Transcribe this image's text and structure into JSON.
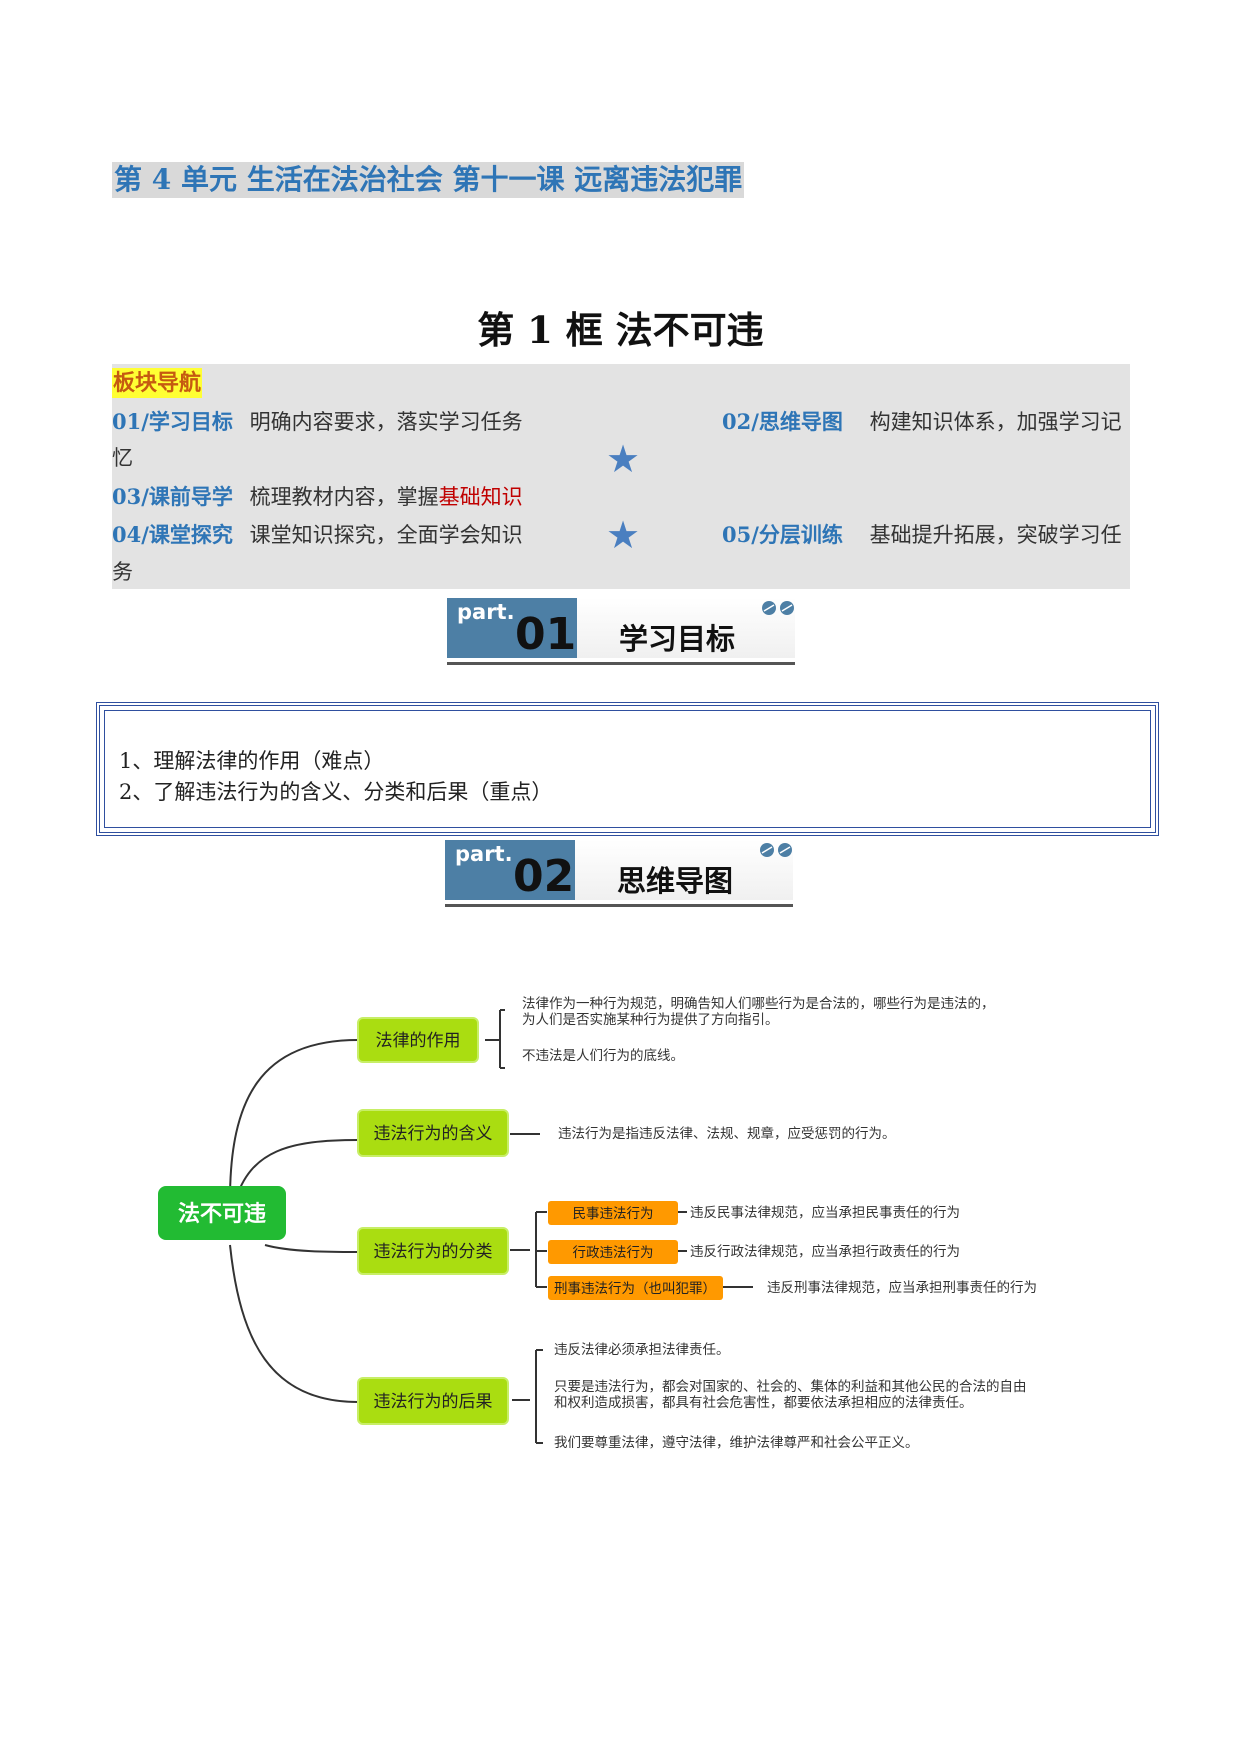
{
  "header": {
    "unit_title": "第 4 单元   生活在法治社会  第十一课  远离违法犯罪",
    "lesson_title": "第 1 框    法不可违"
  },
  "nav": {
    "heading": "板块导航",
    "items": [
      {
        "tag": "01/学习目标",
        "desc": "明确内容要求，落实学习任务"
      },
      {
        "tag": "02/思维导图",
        "desc": "构建知识体系，加强学习记忆"
      },
      {
        "tag": "03/课前导学",
        "desc": "梳理教材内容，掌握",
        "desc_highlight": "基础知识"
      },
      {
        "tag": "04/课堂探究",
        "desc": "课堂知识探究，全面学会知识"
      },
      {
        "tag": "05/分层训练",
        "desc": "基础提升拓展，突破学习任务"
      }
    ],
    "star_icon": "★",
    "colors": {
      "tag": "#2e75b6",
      "heading_bg": "#ffff33",
      "heading_text": "#c55a11",
      "highlight": "#c00000"
    }
  },
  "part1": {
    "part_label": "part.",
    "number": "01",
    "title": "学习目标"
  },
  "goals": [
    "1、理解法律的作用（难点）",
    "2、了解违法行为的含义、分类和后果（重点）"
  ],
  "part2": {
    "part_label": "part.",
    "number": "02",
    "title": "思维导图"
  },
  "mindmap": {
    "root": "法不可违",
    "branches": [
      {
        "label": "法律的作用",
        "notes": [
          "法律作为一种行为规范，明确告知人们哪些行为是合法的，哪些行为是违法的，",
          "为人们是否实施某种行为提供了方向指引。",
          "不违法是人们行为的底线。"
        ]
      },
      {
        "label": "违法行为的含义",
        "notes": [
          "违法行为是指违反法律、法规、规章，应受惩罚的行为。"
        ]
      },
      {
        "label": "违法行为的分类",
        "subs": [
          {
            "label": "民事违法行为",
            "note": "违反民事法律规范，应当承担民事责任的行为"
          },
          {
            "label": "行政违法行为",
            "note": "违反行政法律规范，应当承担行政责任的行为"
          },
          {
            "label": "刑事违法行为（也叫犯罪）",
            "note": "违反刑事法律规范，应当承担刑事责任的行为"
          }
        ]
      },
      {
        "label": "违法行为的后果",
        "notes": [
          "违反法律必须承担法律责任。",
          "只要是违法行为，都会对国家的、社会的、集体的利益和其他公民的合法的自由",
          "和权利造成损害，都具有社会危害性，都要依法承担相应的法律责任。",
          "我们要尊重法律，遵守法律，维护法律尊严和社会公平正义。"
        ]
      }
    ],
    "colors": {
      "root": "#22bb33",
      "branch": "#aadd11",
      "sub": "#ff9900",
      "line": "#333333"
    }
  }
}
